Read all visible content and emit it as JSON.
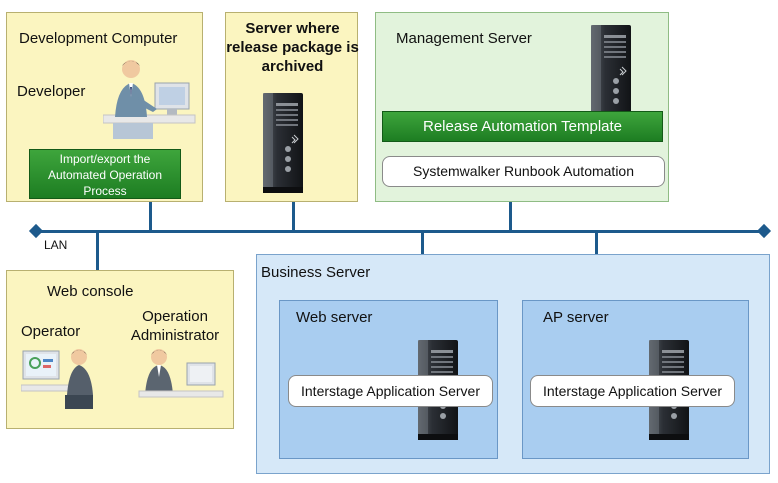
{
  "dev": {
    "title": "Development Computer",
    "role": "Developer",
    "button": "Import/export the Automated Operation Process"
  },
  "archive": {
    "title": "Server where release package is archived"
  },
  "mgmt": {
    "title": "Management Server",
    "template": "Release Automation Template",
    "runbook": "Systemwalker Runbook Automation"
  },
  "network": {
    "label": "LAN"
  },
  "webconsole": {
    "title": "Web console",
    "operator": "Operator",
    "admin": "Operation Administrator"
  },
  "business": {
    "title": "Business Server",
    "web_server": {
      "title": "Web server",
      "product": "Interstage Application Server"
    },
    "ap_server": {
      "title": "AP server",
      "product": "Interstage Application Server"
    }
  }
}
